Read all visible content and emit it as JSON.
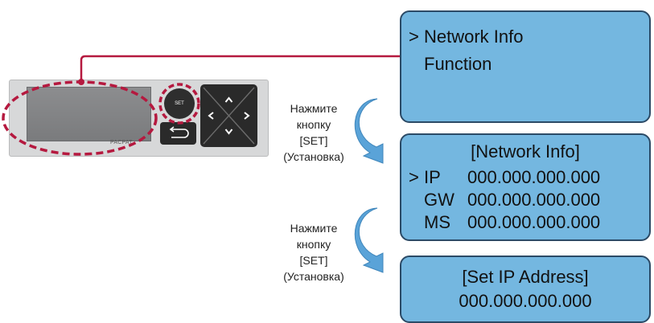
{
  "panel": {
    "brand": "PACPAT",
    "set_button_label": "SET"
  },
  "steps": [
    {
      "line1": "Нажмите",
      "line2": "кнопку",
      "line3": "[SET]",
      "line4": "(Установка)"
    },
    {
      "line1": "Нажмите",
      "line2": "кнопку",
      "line3": "[SET]",
      "line4": "(Установка)"
    }
  ],
  "screens": {
    "menu": {
      "cursor": ">",
      "items": [
        "Network Info",
        "Function"
      ]
    },
    "network_info": {
      "title": "[Network Info]",
      "cursor": ">",
      "rows": [
        {
          "label": "IP",
          "value": "000.000.000.000"
        },
        {
          "label": "GW",
          "value": "000.000.000.000"
        },
        {
          "label": "MS",
          "value": "000.000.000.000"
        }
      ]
    },
    "set_ip": {
      "title": "[Set IP Address]",
      "value": "000.000.000.000"
    }
  },
  "colors": {
    "screen_fill": "#74b7e0",
    "screen_border": "#2b4a66",
    "highlight": "#b5193f",
    "arrow": "#5aa3d8"
  }
}
